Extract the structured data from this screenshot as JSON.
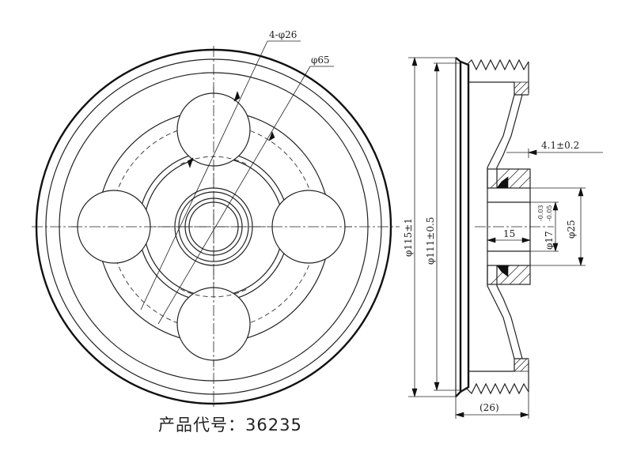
{
  "front_view": {
    "hole_callout": "4-φ26",
    "pcd_callout": "φ65"
  },
  "side_view": {
    "od_outer": "φ115±1",
    "od_inner": "φ111±0.5",
    "wall_thickness": "4.1±0.2",
    "hub_length": "15",
    "bore_main": "φ17",
    "bore_tol_upper": "-0.03",
    "bore_tol_lower": "-0.05",
    "hub_diameter": "φ25",
    "overall_width": "(26)"
  },
  "caption": {
    "label": "产品代号：",
    "code": "36235"
  }
}
